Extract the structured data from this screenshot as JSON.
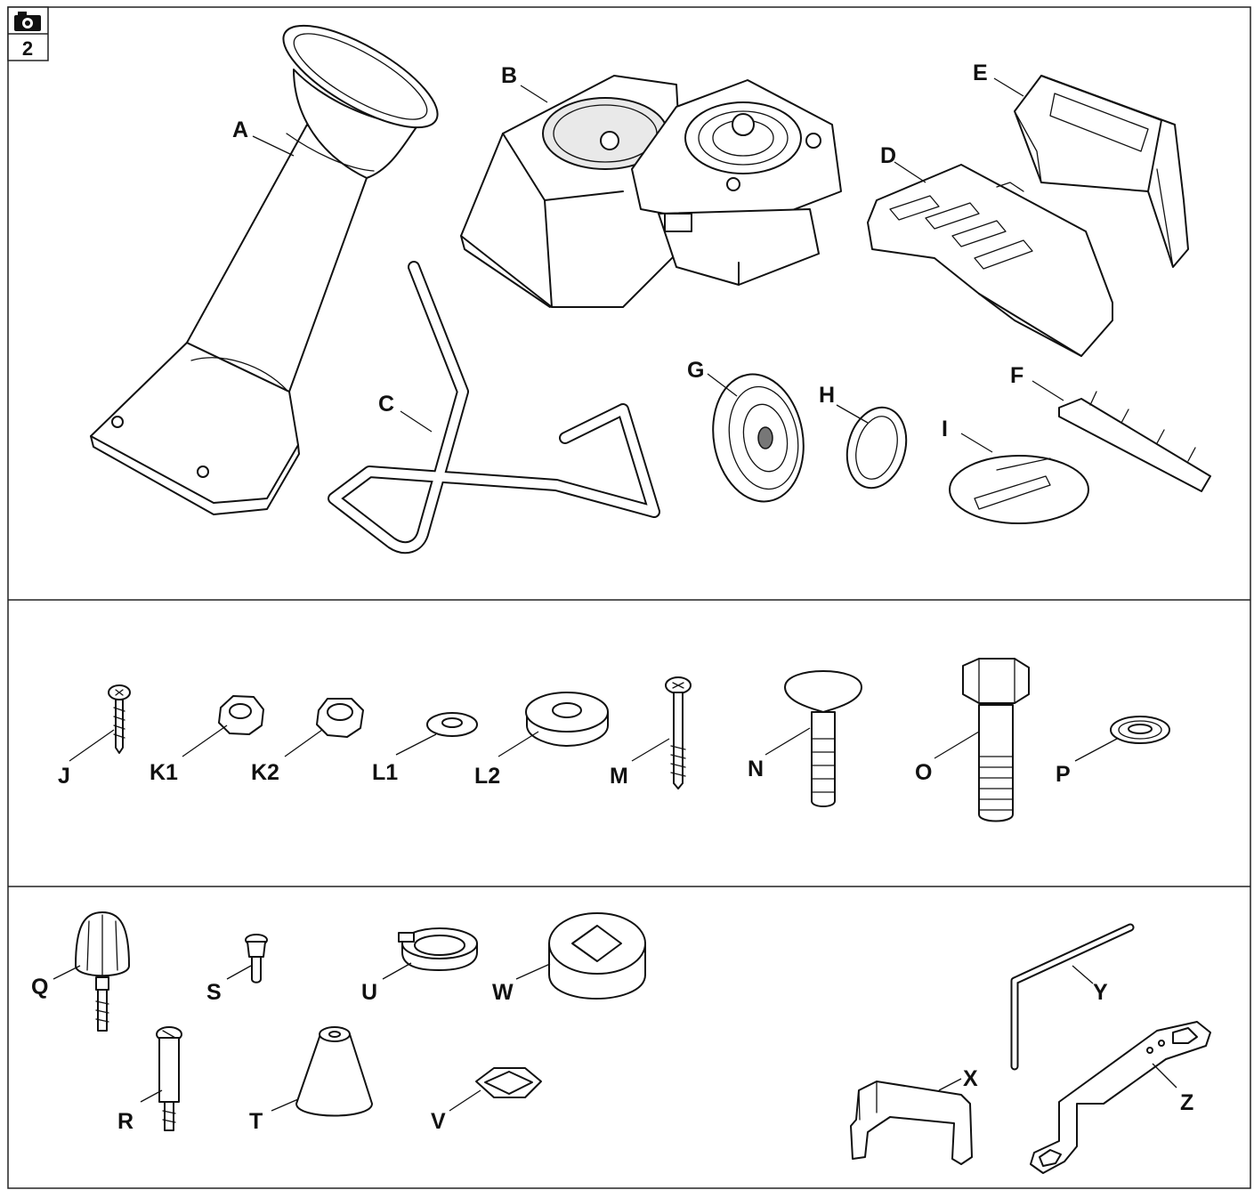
{
  "figure": {
    "badge_number": "2",
    "badge_icon": "camera-icon"
  },
  "parts": {
    "A": "A",
    "B": "B",
    "C": "C",
    "D": "D",
    "E": "E",
    "F": "F",
    "G": "G",
    "H": "H",
    "I": "I",
    "J": "J",
    "K1": "K1",
    "K2": "K2",
    "L1": "L1",
    "L2": "L2",
    "M": "M",
    "N": "N",
    "O": "O",
    "P": "P",
    "Q": "Q",
    "R": "R",
    "S": "S",
    "T": "T",
    "U": "U",
    "V": "V",
    "W": "W",
    "X": "X",
    "Y": "Y",
    "Z": "Z"
  }
}
